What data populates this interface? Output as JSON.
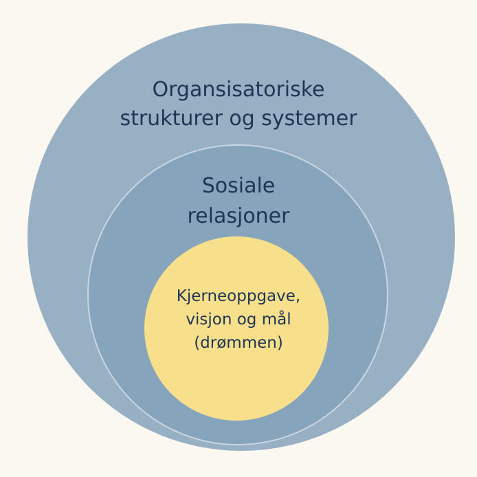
{
  "colors": {
    "background": "#FBF8F2",
    "outer_circle": "#98B0C4",
    "middle_circle": "#86A5BD",
    "inner_circle": "#F8DF8C",
    "text": "#1E3556"
  },
  "diagram": {
    "outer": {
      "line1": "Organsisatoriske",
      "line2": "strukturer og systemer"
    },
    "middle": {
      "line1": "Sosiale",
      "line2": "relasjoner"
    },
    "inner": {
      "line1": "Kjerneoppgave,",
      "line2": "visjon og mål",
      "line3": "(drømmen)"
    }
  }
}
